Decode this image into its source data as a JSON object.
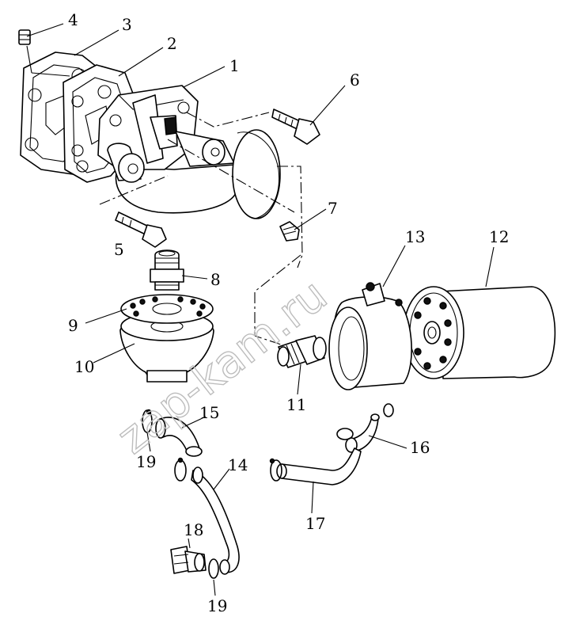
{
  "watermark": "zap-kam.ru",
  "callouts": [
    {
      "id": "c1",
      "text": "1"
    },
    {
      "id": "c2",
      "text": "2"
    },
    {
      "id": "c3",
      "text": "3"
    },
    {
      "id": "c4",
      "text": "4"
    },
    {
      "id": "c5",
      "text": "5"
    },
    {
      "id": "c6",
      "text": "6"
    },
    {
      "id": "c7",
      "text": "7"
    },
    {
      "id": "c8",
      "text": "8"
    },
    {
      "id": "c9",
      "text": "9"
    },
    {
      "id": "c10",
      "text": "10"
    },
    {
      "id": "c11",
      "text": "11"
    },
    {
      "id": "c12",
      "text": "12"
    },
    {
      "id": "c13",
      "text": "13"
    },
    {
      "id": "c14",
      "text": "14"
    },
    {
      "id": "c15",
      "text": "15"
    },
    {
      "id": "c16",
      "text": "16"
    },
    {
      "id": "c17",
      "text": "17"
    },
    {
      "id": "c18",
      "text": "18"
    },
    {
      "id": "c19a",
      "text": "19"
    },
    {
      "id": "c19b",
      "text": "19"
    }
  ]
}
